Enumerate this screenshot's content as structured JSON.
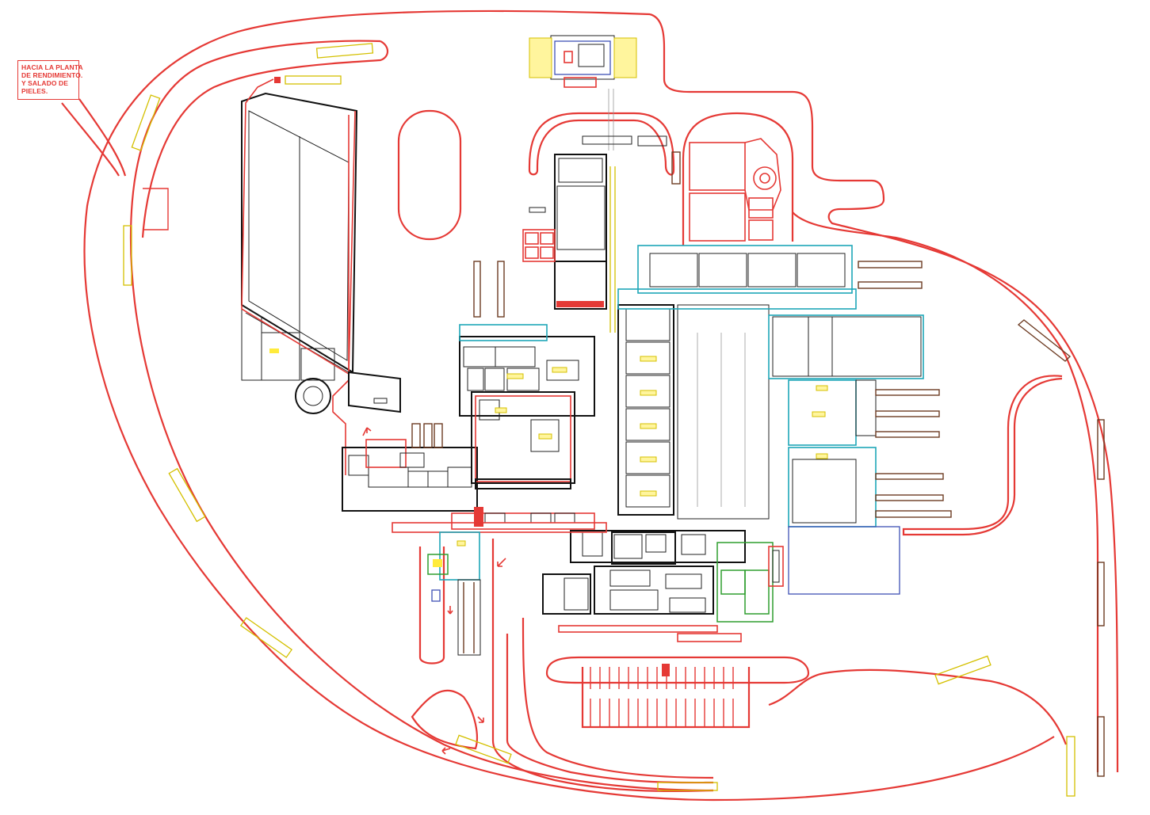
{
  "note": {
    "lines": [
      "HACIA LA PLANTA",
      "DE RENDIMIENTO.",
      "Y SALADO DE",
      "PIELES."
    ]
  },
  "colors": {
    "road": "#e53935",
    "building": "#111111",
    "truck": "#d4c000",
    "cyan_zone": "#1ea7b8",
    "green_zone": "#2e9e2e",
    "brown_stack": "#6d3b22",
    "blue_equipment": "#3f51b5"
  }
}
